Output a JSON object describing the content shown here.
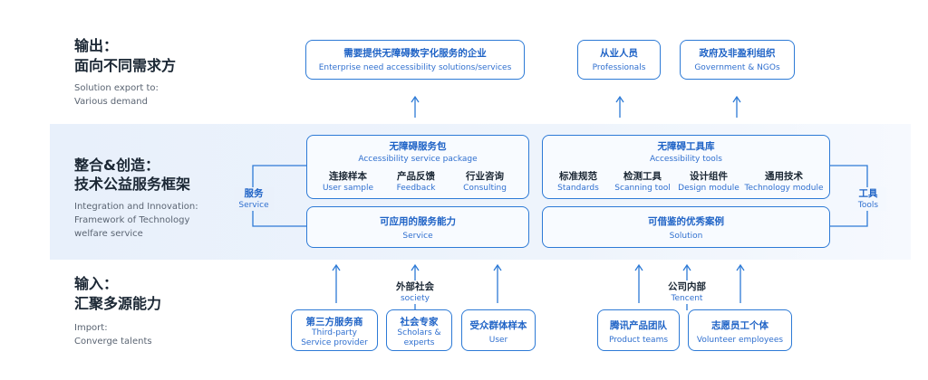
{
  "sections": {
    "output": {
      "title_line1": "输出：",
      "title_line2": "面向不同需求方",
      "sub_line1": "Solution export to:",
      "sub_line2": "Various demand"
    },
    "integration": {
      "title_line1": "整合&创造：",
      "title_line2": "技术公益服务框架",
      "sub_line1": "Integration and Innovation:",
      "sub_line2": "Framework of Technology",
      "sub_line3": "welfare service"
    },
    "input": {
      "title_line1": "输入：",
      "title_line2": "汇聚多源能力",
      "sub_line1": "Import:",
      "sub_line2": "Converge talents"
    }
  },
  "output_boxes": [
    {
      "zh": "需要提供无障碍数字化服务的企业",
      "en": "Enterprise need accessibility solutions/services"
    },
    {
      "zh": "从业人员",
      "en": "Professionals"
    },
    {
      "zh": "政府及非盈利组织",
      "en": "Government  & NGOs"
    }
  ],
  "service_package": {
    "zh": "无障碍服务包",
    "en": "Accessibility service package",
    "items": [
      {
        "zh": "连接样本",
        "en": "User sample"
      },
      {
        "zh": "产品反馈",
        "en": "Feedback"
      },
      {
        "zh": "行业咨询",
        "en": "Consulting"
      }
    ]
  },
  "tool_library": {
    "zh": "无障碍工具库",
    "en": "Accessibility tools",
    "items": [
      {
        "zh": "标准规范",
        "en": "Standards"
      },
      {
        "zh": "检测工具",
        "en": "Scanning tool"
      },
      {
        "zh": "设计组件",
        "en": "Design module"
      },
      {
        "zh": "通用技术",
        "en": "Technology module"
      }
    ]
  },
  "service_capability": {
    "zh": "可应用的服务能力",
    "en": "Service"
  },
  "solution_cases": {
    "zh": "可借鉴的优秀案例",
    "en": "Solution"
  },
  "side_labels": {
    "service": {
      "zh": "服务",
      "en": "Service"
    },
    "tools": {
      "zh": "工具",
      "en": "Tools"
    }
  },
  "group_labels": {
    "society": {
      "zh": "外部社会",
      "en": "society"
    },
    "tencent": {
      "zh": "公司内部",
      "en": "Tencent"
    }
  },
  "input_boxes": [
    {
      "zh": "第三方服务商",
      "en1": "Third-party",
      "en2": "Service provider"
    },
    {
      "zh": "社会专家",
      "en1": "Scholars &",
      "en2": "experts"
    },
    {
      "zh": "受众群体样本",
      "en1": "User",
      "en2": ""
    },
    {
      "zh": "腾讯产品团队",
      "en1": "Product teams",
      "en2": ""
    },
    {
      "zh": "志愿员工个体",
      "en1": "Volunteer employees",
      "en2": ""
    }
  ],
  "colors": {
    "accent": "#2d7ad6",
    "text_blue": "#1f63c6",
    "band": "#e8f0fb"
  },
  "icons": [
    "arrow-up-icon"
  ]
}
